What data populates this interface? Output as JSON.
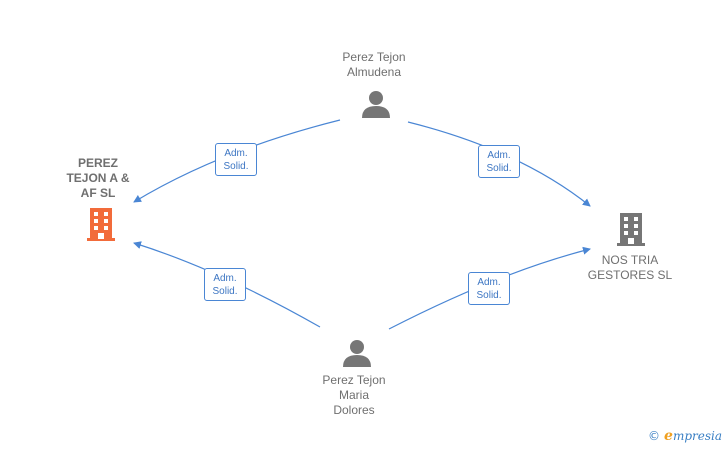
{
  "nodes": {
    "person_top": {
      "line1": "Perez Tejon",
      "line2": "Almudena"
    },
    "person_bottom": {
      "line1": "Perez Tejon",
      "line2": "Maria",
      "line3": "Dolores"
    },
    "company_left": {
      "line1": "PEREZ",
      "line2": "TEJON A &",
      "line3": "AF  SL"
    },
    "company_right": {
      "line1": "NOS TRIA",
      "line2": "GESTORES SL"
    }
  },
  "edges": {
    "top_left": {
      "line1": "Adm.",
      "line2": "Solid."
    },
    "top_right": {
      "line1": "Adm.",
      "line2": "Solid."
    },
    "bottom_left": {
      "line1": "Adm.",
      "line2": "Solid."
    },
    "bottom_right": {
      "line1": "Adm.",
      "line2": "Solid."
    }
  },
  "colors": {
    "edge": "#4a86d4",
    "person_icon": "#767676",
    "company_main_icon": "#f26b3a",
    "company_other_icon": "#767676"
  },
  "brand": {
    "copyright": "©",
    "name_first": "e",
    "name_rest": "mpresia"
  }
}
